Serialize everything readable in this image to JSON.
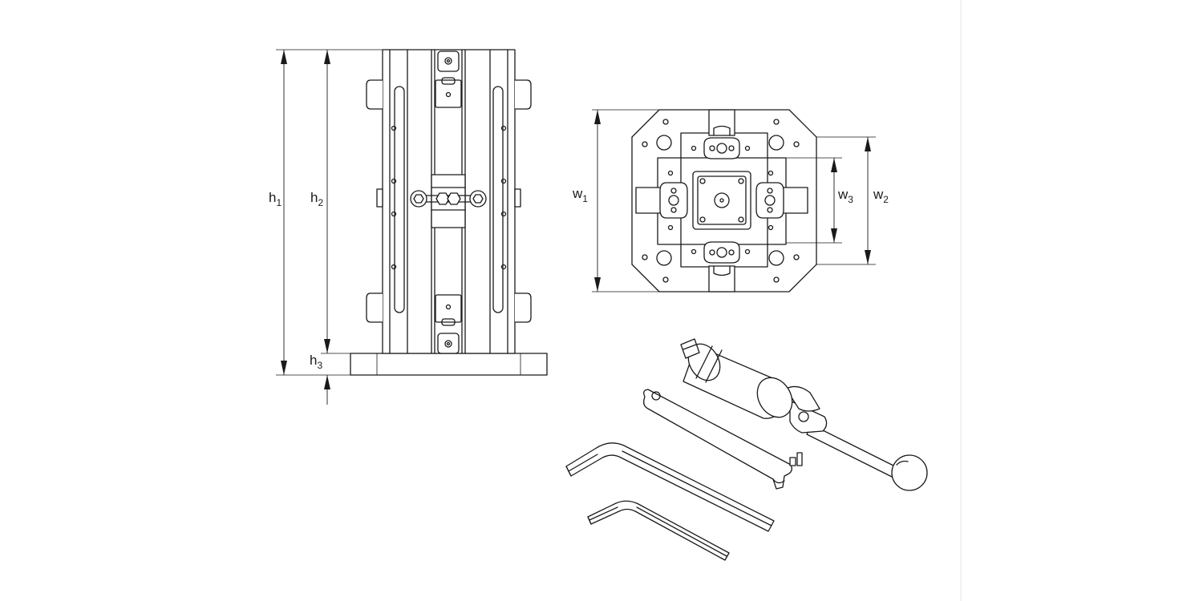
{
  "dimensions": {
    "h1": {
      "main": "h",
      "sub": "1"
    },
    "h2": {
      "main": "h",
      "sub": "2"
    },
    "h3": {
      "main": "h",
      "sub": "3"
    },
    "w1": {
      "main": "w",
      "sub": "1"
    },
    "w2": {
      "main": "w",
      "sub": "2"
    },
    "w3": {
      "main": "w",
      "sub": "3"
    }
  }
}
